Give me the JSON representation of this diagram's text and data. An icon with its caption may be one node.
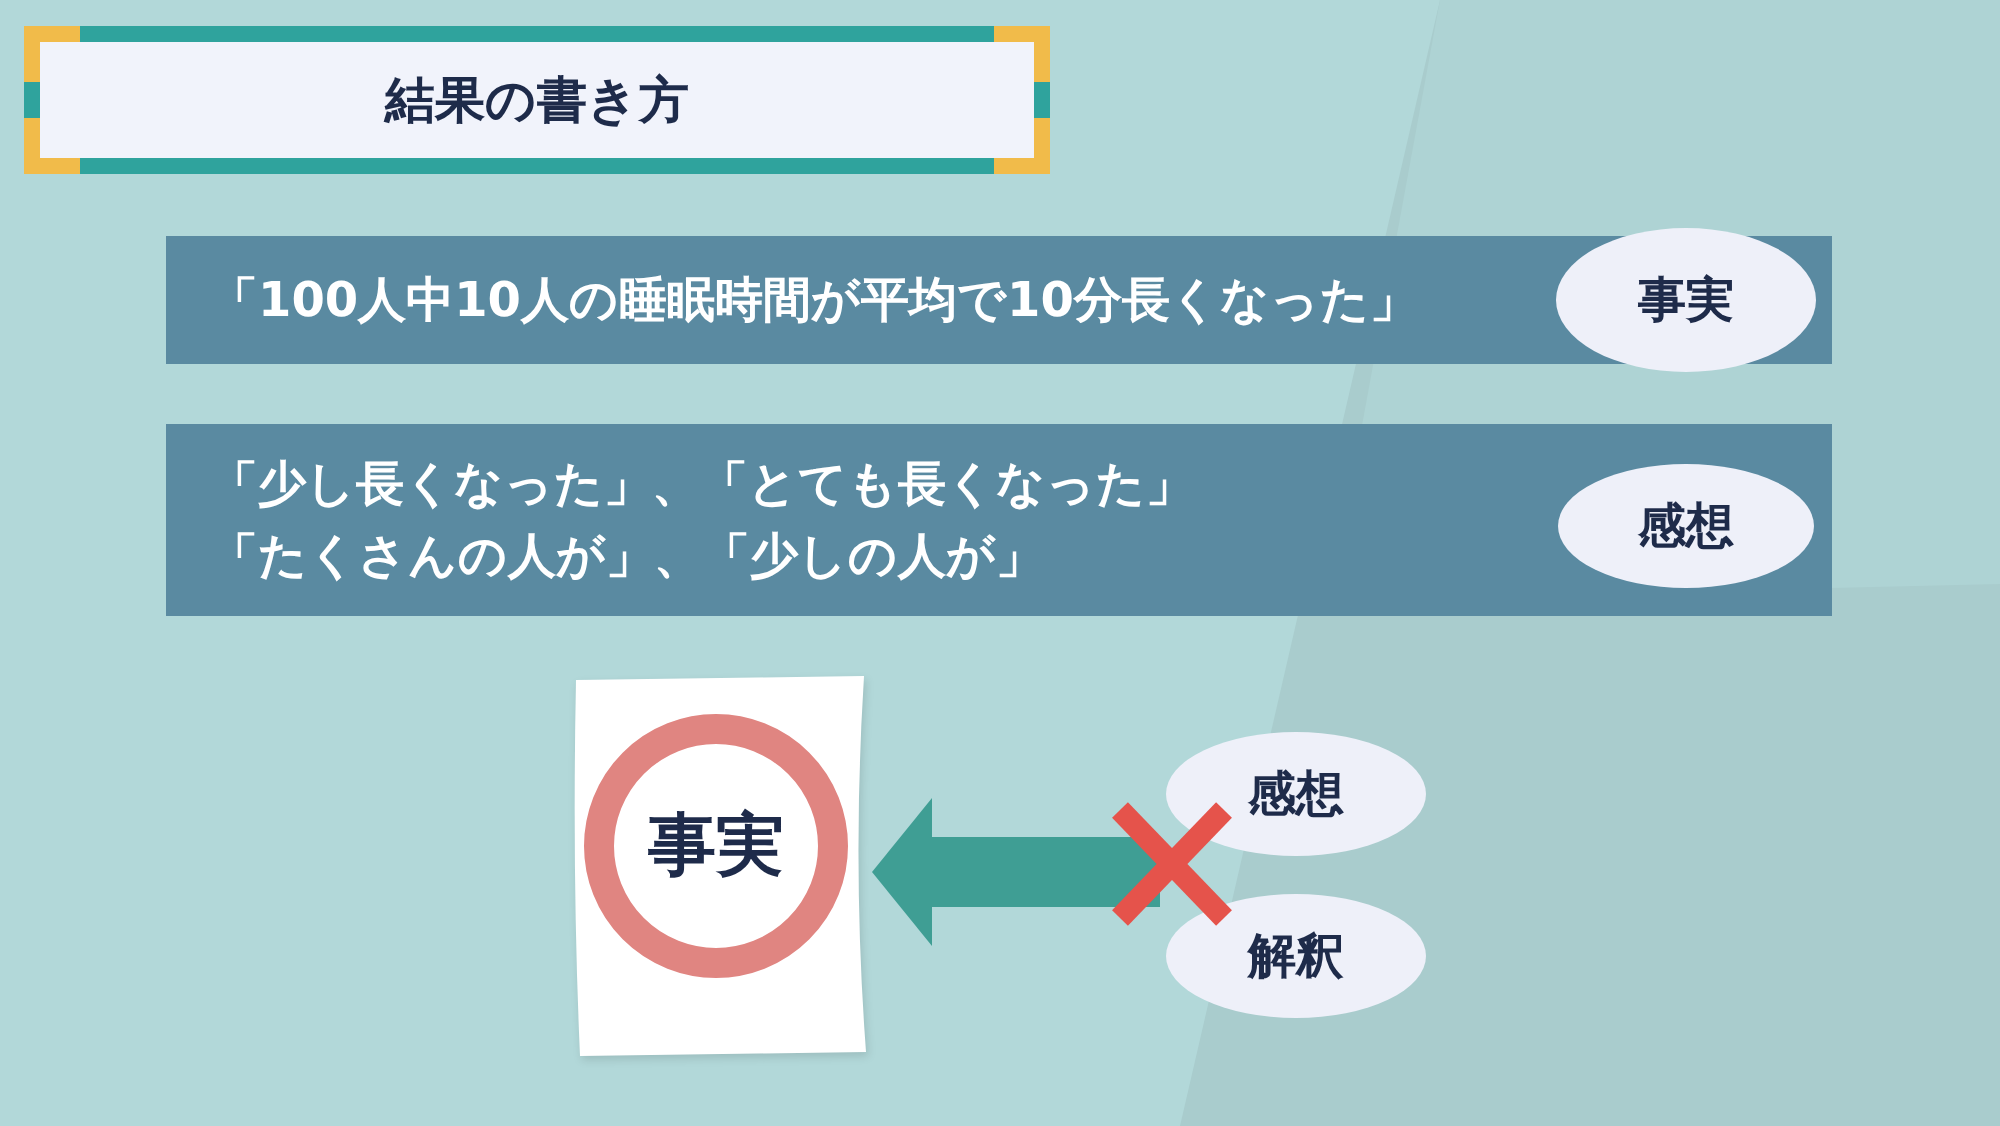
{
  "diagram": {
    "title": "結果の書き方",
    "nodes": [
      {
        "text": [
          "「100人中10人の睡眠時間が平均で10分長くなった」"
        ]
      },
      {
        "text": [
          "事実"
        ]
      },
      {
        "text": [
          "「少し長くなった」、「とても長くなった」",
          "「たくさんの人が」、「少しの人が」"
        ]
      },
      {
        "text": [
          "感想"
        ],
        "in": 2
      },
      {
        "text": [],
        "shape": "paper"
      },
      {
        "text": [
          "事実"
        ],
        "in": 4
      },
      {
        "text": [
          "感想"
        ]
      },
      {
        "text": [
          "解釈"
        ]
      }
    ],
    "edges": [
      {
        "from": 6,
        "to": 4,
        "arrow": "to"
      },
      {
        "from": 7,
        "to": 4,
        "arrow": "to"
      }
    ]
  }
}
